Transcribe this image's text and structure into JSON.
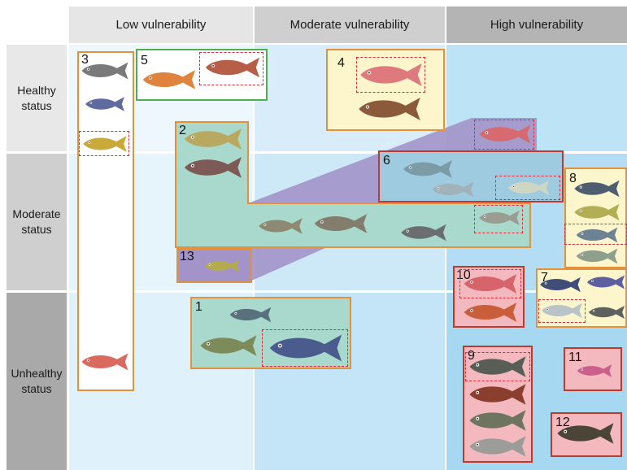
{
  "columns": [
    {
      "label": "Low vulnerability"
    },
    {
      "label": "Moderate vulnerability"
    },
    {
      "label": "High vulnerability"
    }
  ],
  "rows": [
    {
      "label": "Healthy\nstatus"
    },
    {
      "label": "Moderate\nstatus"
    },
    {
      "label": "Unhealthy\nstatus"
    }
  ],
  "groups": [
    {
      "number": "1"
    },
    {
      "number": "2"
    },
    {
      "number": "3"
    },
    {
      "number": "4"
    },
    {
      "number": "5"
    },
    {
      "number": "6"
    },
    {
      "number": "7"
    },
    {
      "number": "8"
    },
    {
      "number": "9"
    },
    {
      "number": "10"
    },
    {
      "number": "11"
    },
    {
      "number": "12"
    },
    {
      "number": "13"
    }
  ],
  "colors": {
    "group_border_orange": "#e3913c",
    "group_border_green": "#4caf50",
    "group_border_red": "#c0392b",
    "highlight_dash_red": "#e0283a",
    "connector_purple": "#a294c9",
    "group_fill_teal": "#a9d9cc",
    "group_fill_yellow": "#fdf6cc",
    "group_fill_pink": "#f3b9be"
  }
}
